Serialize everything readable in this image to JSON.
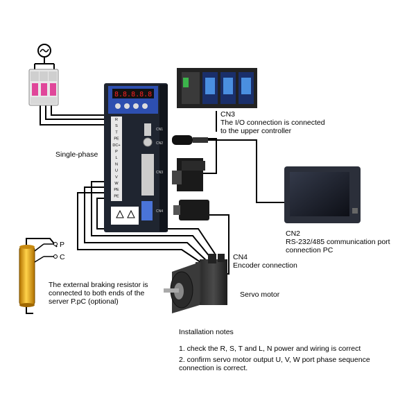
{
  "labels": {
    "cn3_title": "CN3",
    "cn3_line1": "The I/O connection is connected",
    "cn3_line2": "to the upper controller",
    "single_phase": "Single-phase",
    "cn2_title": "CN2",
    "cn2_line1": "RS-232/485 communication port",
    "cn2_line2": "connection PC",
    "cn4_title": "CN4",
    "cn4_line1": "Encoder connection",
    "servo_motor": "Servo motor",
    "resistor_p": "P",
    "resistor_c": "C",
    "resistor_line1": "The external braking resistor is",
    "resistor_line2": "connected to both ends of the",
    "resistor_line3": "server P.pC (optional)"
  },
  "drive_terminals": [
    "R",
    "S",
    "T",
    "PE",
    "DC+",
    "P",
    "L",
    "N",
    "U",
    "V",
    "W",
    "PE",
    "PE"
  ],
  "drive_ports": [
    "CN1",
    "CN2",
    "CN3",
    "CN4"
  ],
  "notes": {
    "title": "Installation notes",
    "item1": "1. check the R, S, T and L, N power and wiring is correct",
    "item2_line1": "2. confirm servo motor output U, V, W port phase sequence",
    "item2_line2": "connection is correct."
  },
  "colors": {
    "drive_body": "#1f2530",
    "drive_panel": "#2d4fb0",
    "breaker_handle": "#e0479a",
    "resistor_body": "#f0b020",
    "hmi_screen": "#1a1d28",
    "wire": "#000000"
  }
}
